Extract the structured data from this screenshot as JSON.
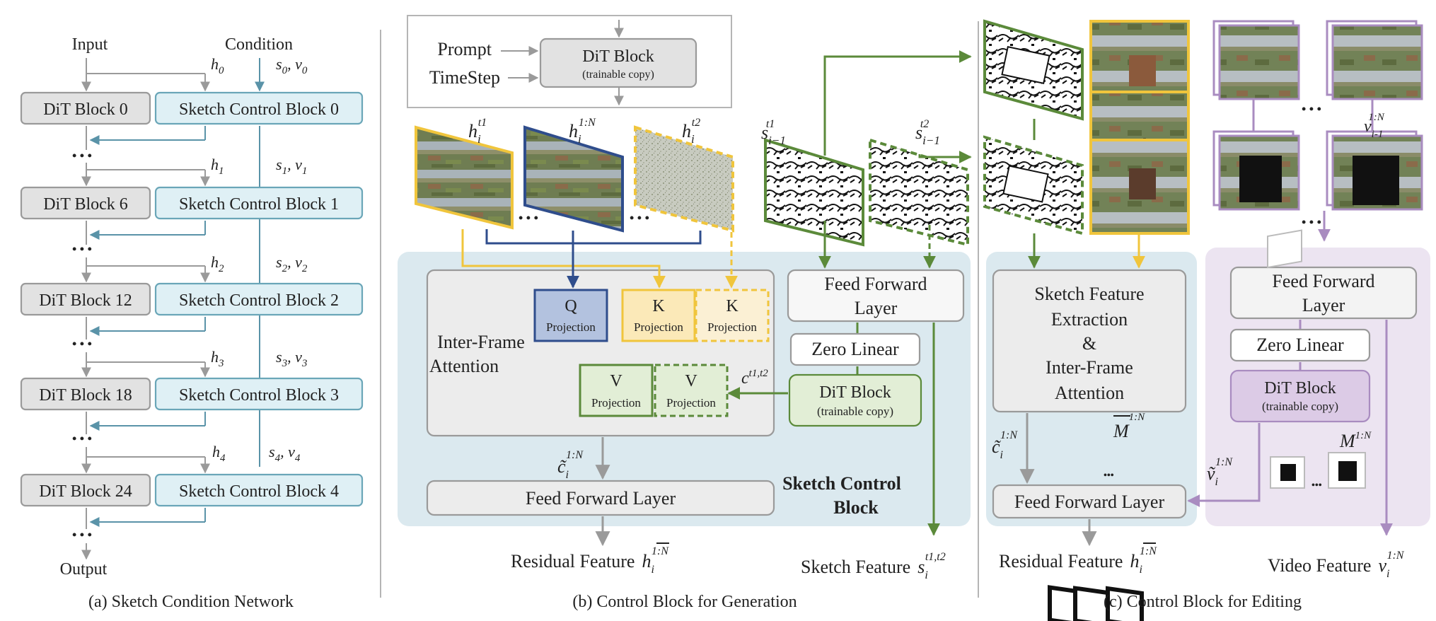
{
  "panel_a": {
    "input": "Input",
    "condition": "Condition",
    "dit_blocks": [
      "DiT Block 0",
      "DiT Block 6",
      "DiT Block 12",
      "DiT Block 18",
      "DiT Block 24"
    ],
    "control_blocks": [
      "Sketch Control Block 0",
      "Sketch Control Block 1",
      "Sketch Control Block 2",
      "Sketch Control Block 3",
      "Sketch Control Block 4"
    ],
    "h_labels": [
      "h",
      "h",
      "h",
      "h",
      "h"
    ],
    "h_subs": [
      "0",
      "1",
      "2",
      "3",
      "4"
    ],
    "sv_labels": [
      "s",
      "s",
      "s",
      "s",
      "s"
    ],
    "sv_subs": [
      "0",
      "1",
      "2",
      "3",
      "4"
    ],
    "sv_v": "v",
    "dots": "• • •",
    "output": "Output",
    "caption": "(a) Sketch Condition Network"
  },
  "panel_b": {
    "prompt": "Prompt",
    "timestep": "TimeStep",
    "dit_block": "DiT Block",
    "trainable_copy": "(trainable copy)",
    "h_t1": "h",
    "h_t1_sup": "t1",
    "h_1N": "h",
    "h_1N_sup": "1:N",
    "h_t2": "h",
    "h_t2_sup": "t2",
    "sub_i": "i",
    "s_t1": "s",
    "s_t1_sup": "t1",
    "s_t2": "s",
    "s_t2_sup": "t2",
    "sub_im1": "i−1",
    "q_label": "Q",
    "k_label": "K",
    "v_label": "V",
    "projection": "Projection",
    "inter_frame": "Inter-Frame",
    "attention": "Attention",
    "c_label": "c",
    "c_sup": "t1,t2",
    "feed_forward": "Feed Forward",
    "layer": "Layer",
    "zero_linear": "Zero Linear",
    "dit_block2": "DiT Block",
    "c_tilde": "c̃",
    "sup_1N": "1:N",
    "ffl": "Feed Forward Layer",
    "sketch_control": "Sketch Control",
    "block": "Block",
    "residual_feature": "Residual Feature",
    "sketch_feature": "Sketch Feature",
    "h_bar": "h",
    "caption": "(b) Control Block for Generation",
    "dots": "• • •"
  },
  "panel_c": {
    "sfe_1": "Sketch Feature",
    "sfe_2": "Extraction",
    "sfe_3": "&",
    "sfe_4": "Inter-Frame",
    "sfe_5": "Attention",
    "m_bar": "M",
    "m": "M",
    "sup_1N": "1:N",
    "v_label": "v",
    "v_sub": "i-1",
    "v_tilde": "ṽ",
    "ffl": "Feed Forward Layer",
    "feed_forward": "Feed Forward",
    "layer": "Layer",
    "zero_linear": "Zero Linear",
    "dit_block": "DiT Block",
    "trainable_copy": "(trainable copy)",
    "residual_feature": "Residual Feature",
    "video_feature": "Video Feature",
    "caption": "(c) Control Block for Editing",
    "dots": "• • •",
    "vdots": "⋮"
  },
  "colors": {
    "blue_arrow": "#5a93a8",
    "gray_arrow": "#9a9a9a",
    "yellow": "#f0c53c",
    "navy": "#2f4d8c",
    "green": "#5b8a3a",
    "purple": "#a98cc0",
    "panel_blue_bg": "#dbe9ef",
    "panel_purple_bg": "#ece4f1"
  }
}
